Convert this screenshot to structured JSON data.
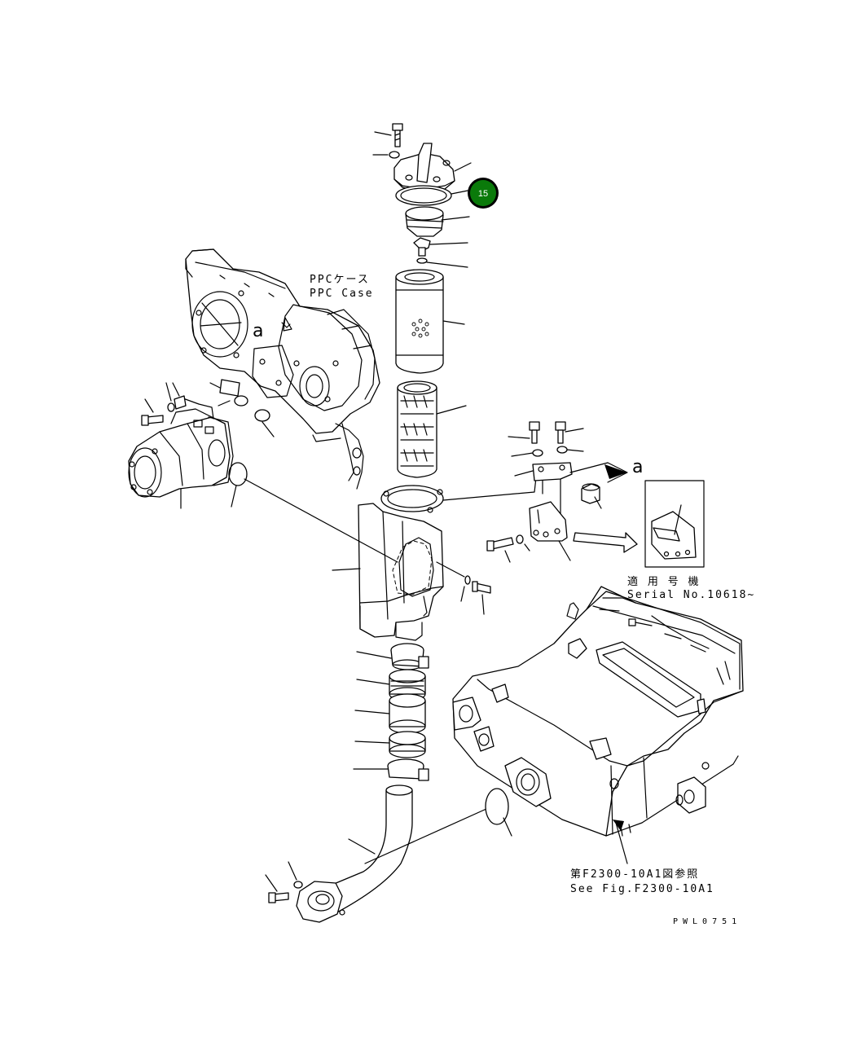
{
  "labels": {
    "ppc_case_jp": "PPCケース",
    "ppc_case_en": "PPC Case",
    "view_a_ref": "a",
    "view_a_arrow": "a",
    "serial_jp": "適 用 号 機",
    "serial_en": "Serial No.10618~",
    "see_fig_jp": "第F2300-10A1図参照",
    "see_fig_en": "See Fig.F2300-10A1",
    "drawing_code": "PWL0751"
  },
  "callouts": [
    {
      "number": "15",
      "color": "#0a7a0a"
    }
  ]
}
